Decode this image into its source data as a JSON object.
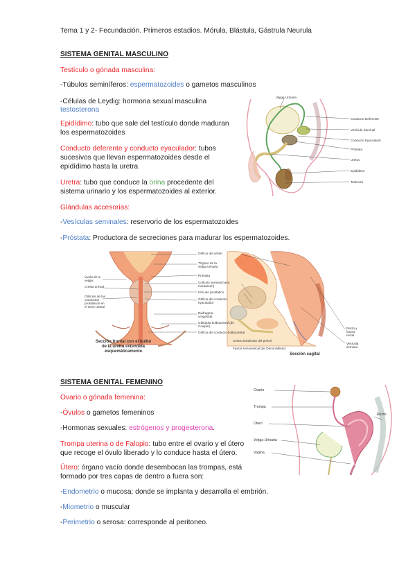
{
  "header": "Tema 1 y 2- Fecundación. Primeros estadios. Mórula, Blástula, Gástrula Neurula",
  "male": {
    "heading": "SISTEMA GENITAL MASCULINO",
    "testiculo": "Testículo o gónada masculina:",
    "tubulos_a": "-Túbulos seminíferos: ",
    "tubulos_b": "espermatozoides",
    "tubulos_c": " o gametos masculinos",
    "leydig_a": "-Células de Leydig: hormona sexual masculina",
    "leydig_b": "testosterona",
    "epididimo_a": "Epidídimo",
    "epididimo_b": ": tubo que sale del testículo donde maduran",
    "epididimo_c": "los espermatozoides",
    "conducto_a": "Conducto deferente y conducto eyaculador",
    "conducto_b": ": tubos",
    "conducto_c": "sucesivos que llevan espermatozoides desde el",
    "conducto_d": "epidídimo hasta la uretra",
    "uretra_a": "Uretra",
    "uretra_b": ": tubo que conduce la ",
    "uretra_c": "orina",
    "uretra_d": " procedente del",
    "uretra_e": "sistema urinario y los espermatozoides al exterior.",
    "glandulas": "Glándulas accesorias:",
    "vesiculas_a": "-",
    "vesiculas_b": "Vesículas seminales",
    "vesiculas_c": ": reservorio de los espermatozoides",
    "prostata_a": "-",
    "prostata_b": "Próstata",
    "prostata_c": ": Productora de secreciones para madurar los espermatozoides."
  },
  "male_figure_labels": {
    "vejiga": "Vejiga Urinaria",
    "deferente": "Conducto Deferente",
    "vesicula": "Vesícula Seminal",
    "eyaculador": "Conducto Eyaculador",
    "prostata": "Próstata",
    "uretra": "Uretra",
    "epididimo": "Epidídimo",
    "testiculo": "Testículo"
  },
  "section_figure": {
    "left_labels": [
      "Úvula de la vejiga",
      "Cresta uretral",
      "Orificios de los conductos prostáticos en el seno uretral"
    ],
    "mid_labels": [
      "Orificio del uréter",
      "Trígono de la vejiga urinaria",
      "Próstata",
      "Colículo seminal (veru montanum)",
      "Utrículo prostático",
      "Orificio del conducto eyaculador",
      "Diafragma urogenital",
      "Glándula bulbouretral (de Cowper)",
      "Orificio del conducto bulbouretral"
    ],
    "right_labels": [
      "Recto y fascia rectal",
      "Vesícula seminal"
    ],
    "bottom_labels": [
      "Centro tendinoso del periné",
      "Fascia rectovesical (de Denonvilliers)"
    ],
    "caption_left_1": "Sección frontal con el bulbo",
    "caption_left_2": "de la uretra extendida",
    "caption_left_3": "esquemáticamente",
    "caption_right": "Sección sagital"
  },
  "female": {
    "heading": "SISTEMA GENITAL FEMENINO",
    "ovario": "Ovario o gónada femenina:",
    "ovulos_a": "-",
    "ovulos_b": "Óvulos",
    "ovulos_c": " o gametos femeninos",
    "hormonas_a": "-Hormonas sexuales: ",
    "hormonas_b": "estrógenos y progesterona",
    "hormonas_c": ".",
    "trompa_a": "Trompa uterina o de Falopio",
    "trompa_b": ": tubo entre el ovario y el útero",
    "trompa_c": "que recoge el óvulo liberado y lo conduce hasta el útero.",
    "utero_a": "Útero",
    "utero_b": ": órgano vacío donde desembocan las trompas, está",
    "utero_c": "formado por tres capas de dentro a fuera son:",
    "endo_a": "-",
    "endo_b": "Endometrio",
    "endo_c": " o mucosa: donde se implanta y desarrolla el embrión.",
    "mio_a": "-",
    "mio_b": "Miometrio",
    "mio_c": " o muscular",
    "peri_a": "-",
    "peri_b": "Perimetrio",
    "peri_c": " o serosa: corresponde al peritoneo."
  },
  "female_figure_labels": {
    "ovario": "Ovario",
    "trompa": "Trompa",
    "utero": "Útero",
    "vejiga": "Vejiga Urinaria",
    "vagina": "Vagina",
    "recto": "Recto"
  },
  "colors": {
    "red": "#e8262c",
    "blue": "#4a7bc4",
    "green": "#5aa95a",
    "pink": "#e040b0"
  }
}
